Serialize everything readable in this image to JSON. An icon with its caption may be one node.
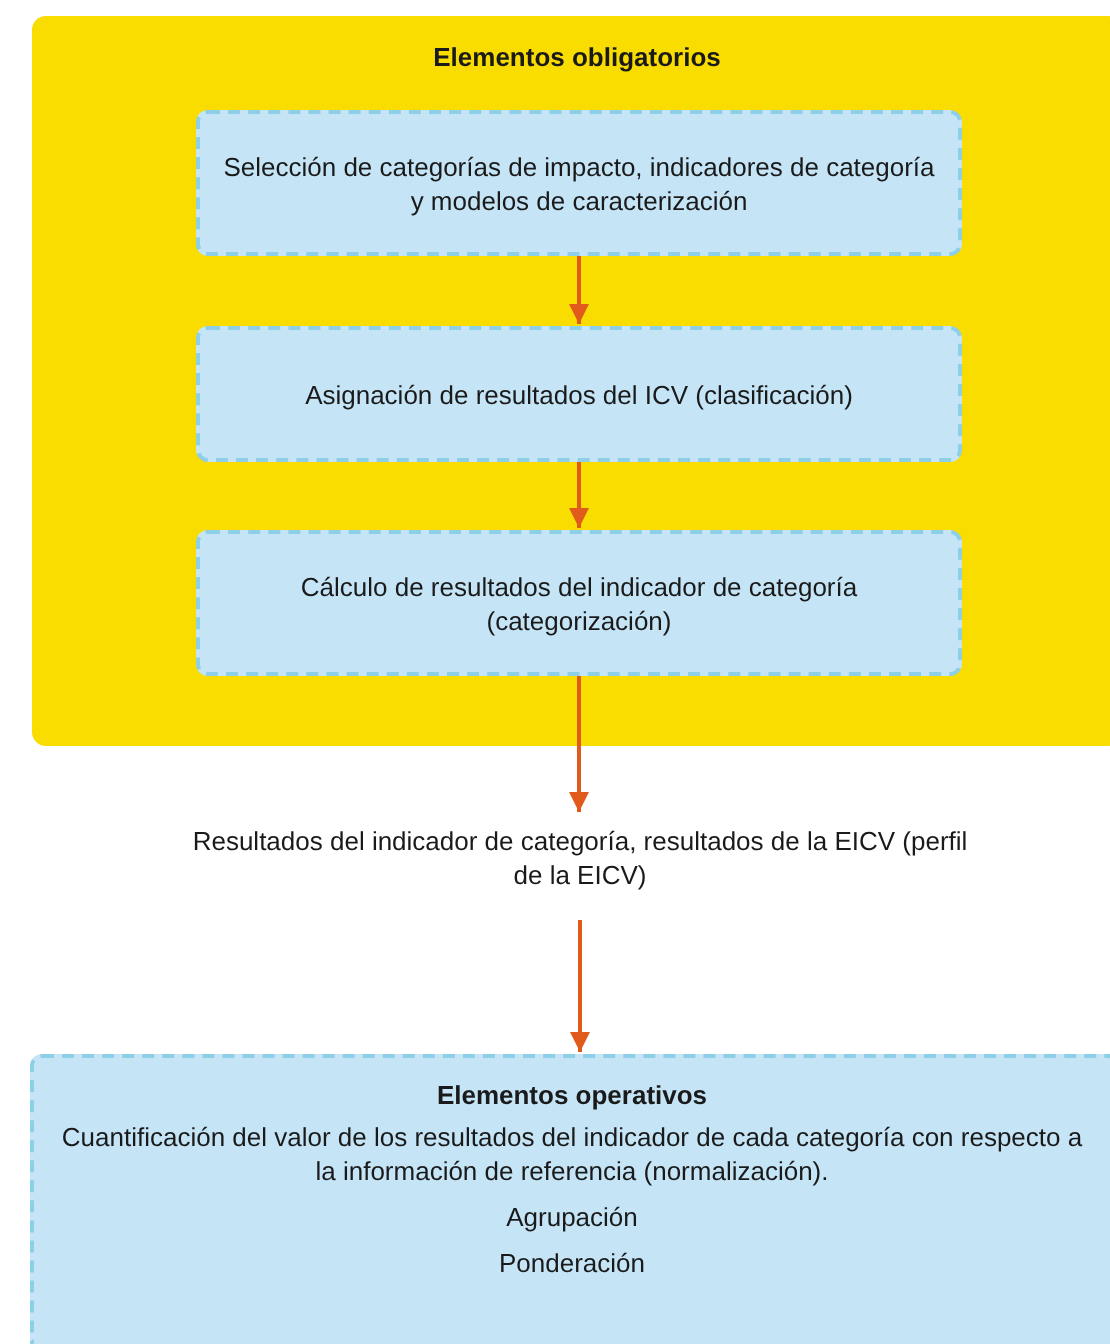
{
  "diagram": {
    "nodes": [
      {
        "text": [
          "Elementos obligatorios"
        ]
      },
      {
        "text": [
          "Selección de categorías de impacto, indicadores de categoría y modelos de caracterización"
        ],
        "in": 0
      },
      {
        "text": [
          "Asignación de resultados del ICV (clasificación)"
        ],
        "in": 0
      },
      {
        "text": [
          "Cálculo de resultados del indicador de categoría (categorización)"
        ],
        "in": 0
      },
      {
        "text": [
          "Resultados del indicador de categoría, resultados de la EICV (perfil de la EICV)"
        ]
      },
      {
        "text": [
          "Elementos operativos",
          "Cuantificación del valor de los resultados del indicador de cada categoría con respecto a la información de referencia (normalización).",
          "Agrupación",
          "Ponderación"
        ]
      }
    ],
    "edges": [
      {
        "from": 1,
        "to": 2,
        "arrow": "to"
      },
      {
        "from": 2,
        "to": 3,
        "arrow": "to"
      },
      {
        "from": 3,
        "to": 4,
        "arrow": "to"
      },
      {
        "from": 4,
        "to": 5,
        "arrow": "to"
      }
    ]
  }
}
